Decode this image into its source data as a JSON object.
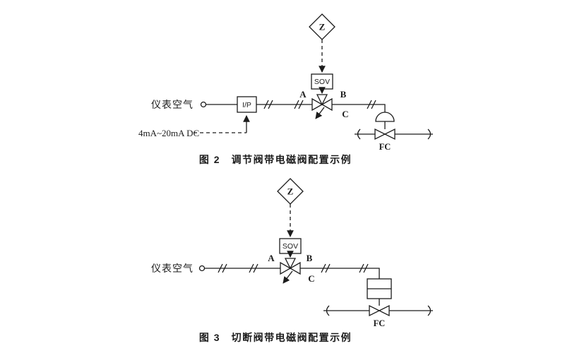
{
  "colors": {
    "ink": "#1c1c1c",
    "paper": "#ffffff"
  },
  "figure2": {
    "solenoid_tag": "Z",
    "sov": "SOV",
    "ip": "I/P",
    "instrument_air": "仪表空气",
    "signal": "4mA~20mA DC",
    "port_a": "A",
    "port_b": "B",
    "port_c": "C",
    "fail_action": "FC",
    "caption": "图 2　调节阀带电磁阀配置示例"
  },
  "figure3": {
    "solenoid_tag": "Z",
    "sov": "SOV",
    "instrument_air": "仪表空气",
    "port_a": "A",
    "port_b": "B",
    "port_c": "C",
    "fail_action": "FC",
    "caption": "图 3　切断阀带电磁阀配置示例"
  }
}
